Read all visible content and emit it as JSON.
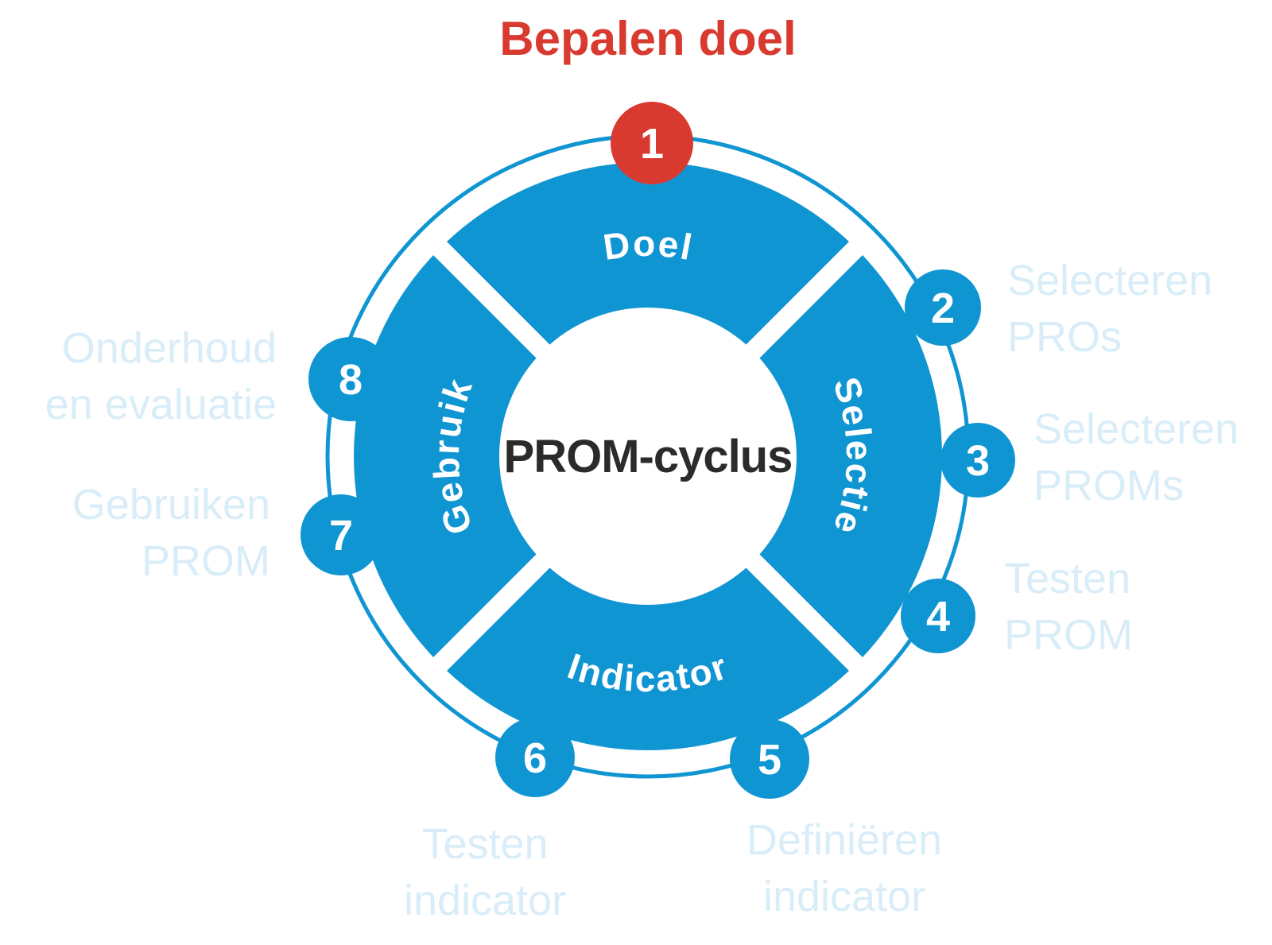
{
  "title": "Bepalen doel",
  "center_label": "PROM-cyclus",
  "colors": {
    "blue": "#1095d3",
    "red": "#d93a2f",
    "light_blue_label": "#d9edf9",
    "center_text": "#2b2b2b",
    "background": "#ffffff"
  },
  "quadrants": [
    {
      "label": "Doel"
    },
    {
      "label": "Selectie"
    },
    {
      "label": "Indicator"
    },
    {
      "label": "Gebruik"
    }
  ],
  "steps": [
    {
      "number": "1",
      "label": "Bepalen doel",
      "highlighted": true
    },
    {
      "number": "2",
      "label": "Selecteren\nPROs",
      "highlighted": false
    },
    {
      "number": "3",
      "label": "Selecteren\nPROMs",
      "highlighted": false
    },
    {
      "number": "4",
      "label": "Testen\nPROM",
      "highlighted": false
    },
    {
      "number": "5",
      "label": "Definiëren\nindicator",
      "highlighted": false
    },
    {
      "number": "6",
      "label": "Testen\nindicator",
      "highlighted": false
    },
    {
      "number": "7",
      "label": "Gebruiken\nPROM",
      "highlighted": false
    },
    {
      "number": "8",
      "label": "Onderhoud\nen evaluatie",
      "highlighted": false
    }
  ]
}
